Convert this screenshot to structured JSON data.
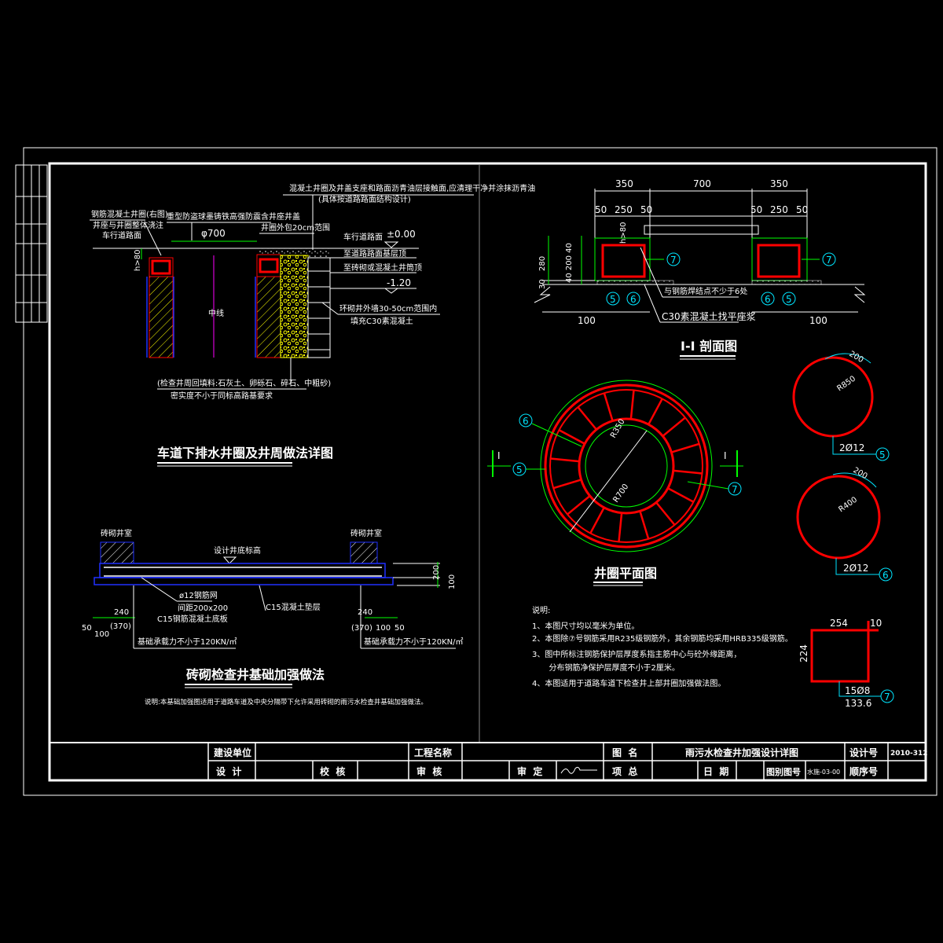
{
  "drawing": {
    "top_left_detail": {
      "note_line1": "混凝土井圈及井盖支座和路面沥青油层接触面,应清理干净并涂抹沥青油",
      "note_line2": "(具体按道路路面结构设计)",
      "ring_label": "钢筋混凝土井圈(右图)",
      "seat_label": "井座与井圈整体浇注",
      "road_left": "车行道路面",
      "cover_label": "重型防盗球墨铸铁高强防震含井座井盖",
      "diameter": "φ700",
      "ring_range": "井圈外包20cm范围",
      "road_right": "车行道路面",
      "elev_top": "±0.00",
      "to_base": "至道路路面基层顶",
      "to_shaft": "至砖砌或混凝土井筒顶",
      "elev_bottom": "-1.20",
      "fill_range": "环砌井外墙30-50cm范围内",
      "fill_material": "填充C30素混凝土",
      "centerline": "中线",
      "h_dim": "h>80",
      "backfill_note": "(检查井周回填料:石灰土、卵砾石、碎石、中粗砂)",
      "compaction_note": "密实度不小于同标高路基要求",
      "title": "车道下排水井圈及井周做法详图"
    },
    "foundation_detail": {
      "chamber_left": "砖砌井室",
      "chamber_right": "砖砌井室",
      "design_bottom": "设计井底标高",
      "dim_200": "200",
      "dim_100": "100",
      "rebar_mesh": "ø12钢筋网",
      "spacing": "间距200x200",
      "slab": "C15钢筋混凝土底板",
      "cushion": "C15混凝土垫层",
      "left_240": "240",
      "left_50": "50",
      "left_100": "100",
      "left_370": "(370)",
      "left_capacity": "基础承载力不小于120KN/㎡",
      "right_240": "240",
      "right_370": "(370)",
      "right_100": "100",
      "right_50": "50",
      "right_capacity": "基础承载力不小于120KN/㎡",
      "title": "砖砌检查井基础加强做法",
      "note": "说明:本基础加强图适用于道路车道及中央分隔带下允许采用砖砌的雨污水检查井基础加强做法。"
    },
    "section_1_1": {
      "dim_350_left": "350",
      "dim_700": "700",
      "dim_350_right": "350",
      "dim_50_a": "50",
      "dim_250_a": "250",
      "dim_50_b": "50",
      "dim_50_c": "50",
      "dim_250_b": "250",
      "dim_50_d": "50",
      "dim_280": "280",
      "dim_40_200_40": "40 200 40",
      "dim_30": "30",
      "h_dim": "h>80",
      "weld_note": "与钢筋焊结点不少于6处",
      "bedding_note": "C30素混凝土找平座浆",
      "dim_100_left": "100",
      "dim_100_right": "100",
      "tag_7": "7",
      "tag_5": "5",
      "tag_6": "6",
      "title": "I-I 剖面图"
    },
    "ring_plan": {
      "r_inner": "R350",
      "r_outer": "R700",
      "section_mark": "I",
      "tag_6": "6",
      "tag_5": "5",
      "tag_7": "7",
      "title": "井圈平面图"
    },
    "rebar_5": {
      "radius": "R850",
      "lap": "200",
      "spec": "2Ø12",
      "tag": "5"
    },
    "rebar_6": {
      "radius": "R400",
      "lap": "200",
      "spec": "2Ø12",
      "tag": "6"
    },
    "stirrup_7": {
      "width": "254",
      "hook": "10",
      "height": "224",
      "spec": "15Ø8",
      "length": "133.6",
      "tag": "7"
    },
    "notes": {
      "heading": "说明:",
      "items": [
        "1、本图尺寸均以毫米为单位。",
        "2、本图除⑦号钢筋采用R235级钢筋外，其余钢筋均采用HRB335级钢筋。",
        "3、图中所标注钢筋保护层厚度系指主筋中心与砼外缘距离，",
        "   分布钢筋净保护层厚度不小于2厘米。",
        "4、本图适用于道路车道下检查井上部井圈加强做法图。"
      ]
    }
  },
  "title_block": {
    "owner_label": "建设单位",
    "project_label": "工程名称",
    "drawing_name_label": "图  名",
    "drawing_name": "雨污水检查井加强设计详图",
    "design_no_label": "设计号",
    "design_no": "2010-312",
    "designer_label": "设  计",
    "checker_label": "校  核",
    "reviewer_label": "审  核",
    "approver_label": "审  定",
    "chief_label": "项  总",
    "date_label": "日  期",
    "sheet_type_label": "图别图号",
    "sheet_no": "水施-03-00",
    "seq_label": "顺序号"
  },
  "colors": {
    "background": "#000000",
    "rebar": "#ff0000",
    "dimension": "#00ff00",
    "tag": "#00e5ff",
    "fill": "#ffff00",
    "outline": "#2030ff"
  }
}
